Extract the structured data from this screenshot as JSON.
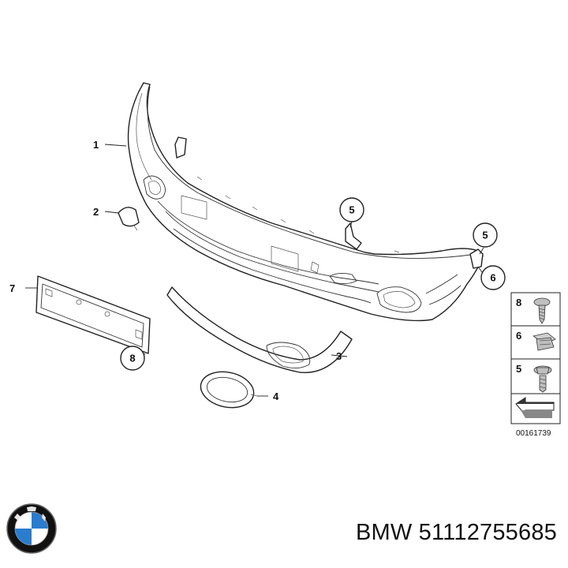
{
  "callouts": {
    "c1": "1",
    "c2": "2",
    "c3": "3",
    "c4": "4",
    "c5a": "5",
    "c5b": "5",
    "c6": "6",
    "c7": "7",
    "c8": "8"
  },
  "legend": {
    "items": [
      {
        "num": "8",
        "icon": "screw-icon"
      },
      {
        "num": "6",
        "icon": "clip-nut-icon"
      },
      {
        "num": "5",
        "icon": "bolt-icon"
      }
    ],
    "diagram_id": "00161739"
  },
  "brand": {
    "logo_icon": "bmw-logo-icon"
  },
  "caption": "BMW 51112755685"
}
